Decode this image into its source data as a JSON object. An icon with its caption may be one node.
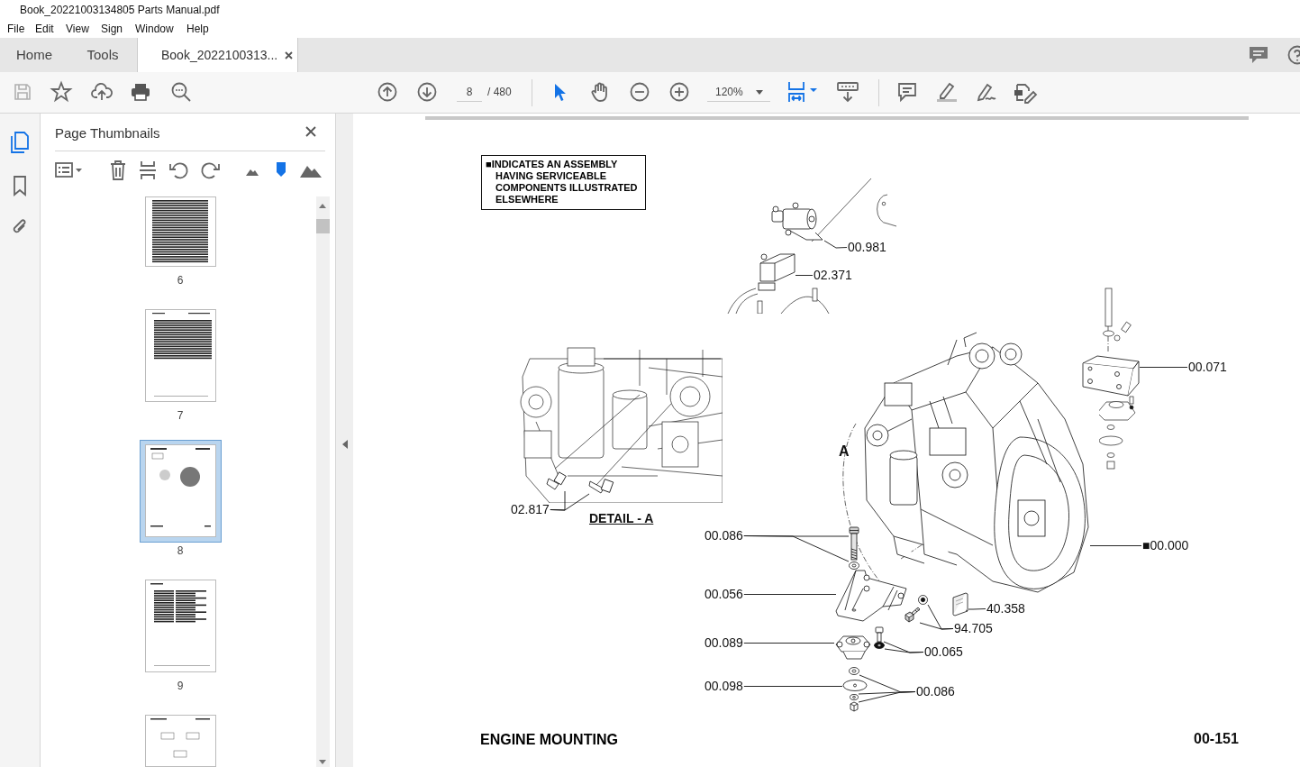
{
  "diagram": {
    "title": "ENGINE MOUNTING",
    "nodes": [
      {
        "text": [
          "■INDICATES AN ASSEMBLY HAVING SERVICEABLE COMPONENTS ILLUSTRATED ELSEWHERE"
        ]
      },
      {
        "text": [
          "00.981"
        ]
      },
      {
        "text": [],
        "shape": "picture"
      },
      {
        "text": [
          "02.371"
        ]
      },
      {
        "text": [],
        "shape": "picture"
      },
      {
        "text": [
          "02.817"
        ]
      },
      {
        "text": [],
        "shape": "picture"
      },
      {
        "text": [],
        "shape": "picture"
      },
      {
        "text": [
          "00.071"
        ]
      },
      {
        "text": [],
        "shape": "picture"
      },
      {
        "text": [
          "00.086"
        ]
      },
      {
        "text": [],
        "shape": "picture"
      },
      {
        "text": [],
        "shape": "picture"
      },
      {
        "text": [
          "00.056"
        ]
      },
      {
        "text": [],
        "shape": "picture"
      },
      {
        "text": [
          "00.089"
        ]
      },
      {
        "text": [],
        "shape": "picture"
      },
      {
        "text": [
          "00.098"
        ]
      },
      {
        "text": [],
        "shape": "picture"
      },
      {
        "text": [
          "00.086"
        ]
      },
      {
        "text": [],
        "shape": "picture"
      },
      {
        "text": [],
        "shape": "picture"
      },
      {
        "text": [],
        "shape": "picture"
      },
      {
        "text": [
          "00.065"
        ]
      },
      {
        "text": [],
        "shape": "picture"
      },
      {
        "text": [],
        "shape": "picture"
      },
      {
        "text": [
          "94.705"
        ]
      },
      {
        "text": [],
        "shape": "picture"
      },
      {
        "text": [],
        "shape": "picture"
      },
      {
        "text": [
          "40.358"
        ]
      },
      {
        "text": [],
        "shape": "picture"
      },
      {
        "text": [
          "■00.000"
        ]
      },
      {
        "text": [],
        "shape": "picture"
      }
    ],
    "edges": [
      {
        "from": 1,
        "to": 2,
        "arrow": "none"
      },
      {
        "from": 3,
        "to": 4,
        "arrow": "none"
      },
      {
        "from": 5,
        "to": 6,
        "arrow": "none"
      },
      {
        "from": 5,
        "to": 7,
        "arrow": "none"
      },
      {
        "from": 8,
        "to": 9,
        "arrow": "none"
      },
      {
        "from": 10,
        "to": 11,
        "arrow": "none"
      },
      {
        "from": 10,
        "to": 12,
        "arrow": "none"
      },
      {
        "from": 13,
        "to": 14,
        "arrow": "none"
      },
      {
        "from": 15,
        "to": 16,
        "arrow": "none"
      },
      {
        "from": 17,
        "to": 18,
        "arrow": "none"
      },
      {
        "from": 19,
        "to": 20,
        "arrow": "none"
      },
      {
        "from": 19,
        "to": 21,
        "arrow": "none"
      },
      {
        "from": 19,
        "to": 22,
        "arrow": "none"
      },
      {
        "from": 23,
        "to": 24,
        "arrow": "none"
      },
      {
        "from": 23,
        "to": 25,
        "arrow": "none"
      },
      {
        "from": 26,
        "to": 27,
        "arrow": "none"
      },
      {
        "from": 26,
        "to": 28,
        "arrow": "none"
      },
      {
        "from": 29,
        "to": 30,
        "arrow": "none"
      },
      {
        "from": 31,
        "to": 32,
        "arrow": "none"
      }
    ],
    "labels": [
      "Book_20221003134805 Parts Manual.pdf",
      "File",
      "Edit",
      "View",
      "Sign",
      "Window",
      "Help",
      "Home",
      "Tools",
      "Book_2022100313...",
      "8",
      "/ 480",
      "120%",
      "Page Thumbnails",
      "6",
      "7",
      "8",
      "9",
      "A",
      "DETAIL - A",
      "00-151"
    ]
  }
}
